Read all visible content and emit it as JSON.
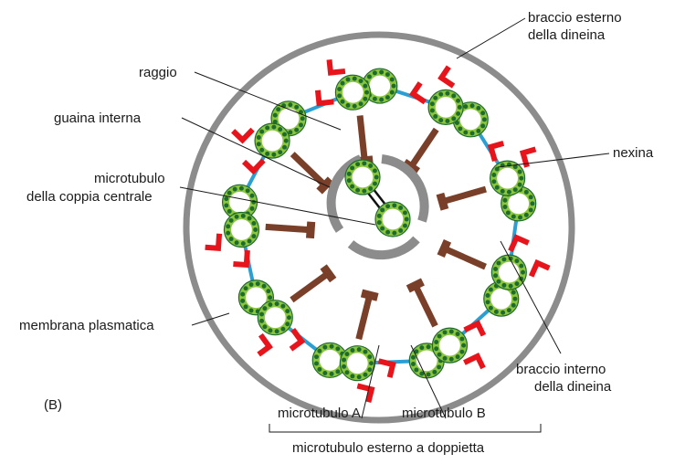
{
  "figure": {
    "panel_label": "(B)",
    "colors": {
      "membrane": "#8c8c8c",
      "microtubule_fill": "#8cc63f",
      "microtubule_dot": "#1e6b2e",
      "microtubule_ring": "#1e6b2e",
      "nexin": "#2b9fd1",
      "radial_spoke": "#7a3f28",
      "dynein_arm": "#e8141b",
      "inner_sheath": "#8c8c8c"
    },
    "doublet_count": 9
  },
  "labels": {
    "braccio_esterno_1": "braccio esterno",
    "braccio_esterno_2": "della dineina",
    "raggio": "raggio",
    "guaina_interna": "guaina interna",
    "nexina": "nexina",
    "microtubulo_centrale_1": "microtubulo",
    "microtubulo_centrale_2": "della coppia centrale",
    "membrana": "membrana plasmatica",
    "braccio_interno_1": "braccio interno",
    "braccio_interno_2": "della dineina",
    "microtubulo_a": "microtubulo A",
    "microtubulo_b": "microtubulo B",
    "doppietta": "microtubulo esterno a doppietta"
  }
}
